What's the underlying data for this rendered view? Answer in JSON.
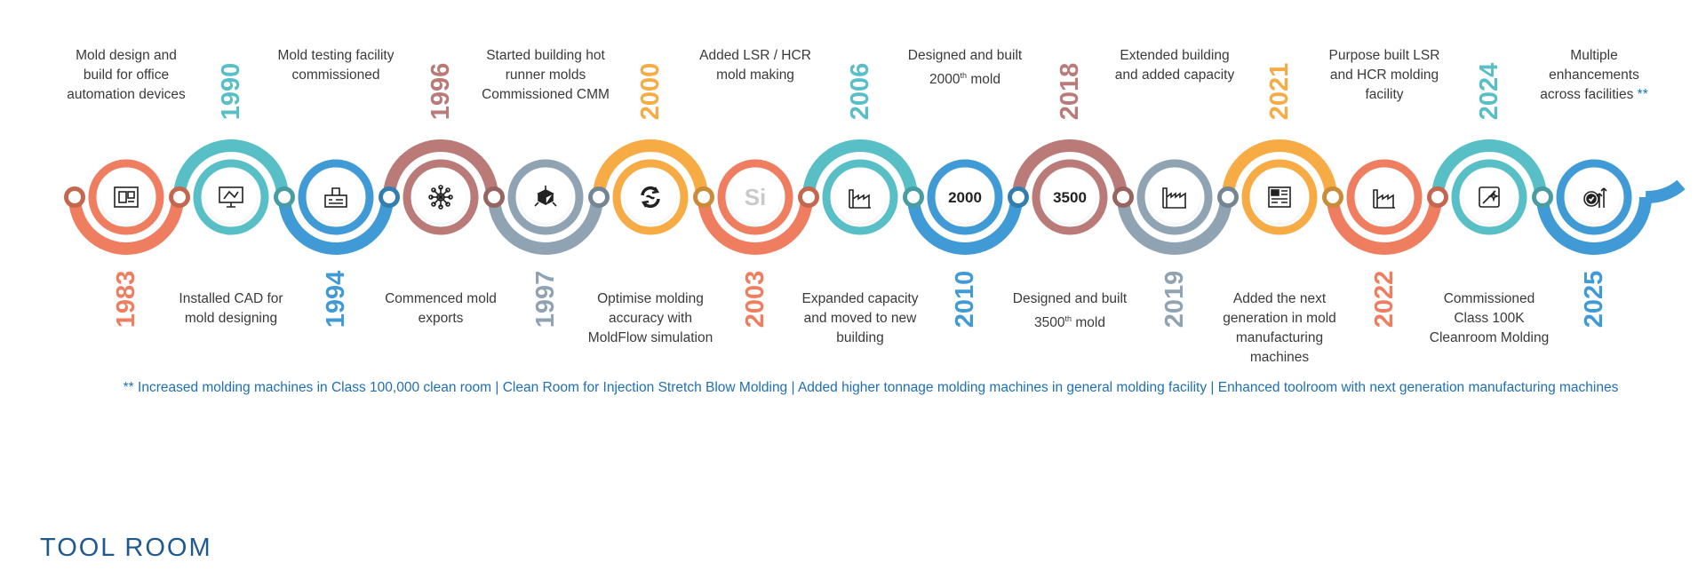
{
  "colors": {
    "orange": "#ef7d5f",
    "teal": "#58bfc7",
    "blue": "#3f9ad6",
    "rose": "#b97a78",
    "grey": "#8fa3b3",
    "gold": "#f6ab45",
    "footnote": "#1f6fb5",
    "brand": "#1e5a8e"
  },
  "milestones": [
    {
      "year": "1983",
      "color": "orange",
      "side": "bottom",
      "icon_name": "office-blueprint-icon",
      "lines": [
        "Mold design and",
        "build for office",
        "automation devices"
      ]
    },
    {
      "year": "1990",
      "color": "teal",
      "side": "top",
      "icon_name": "cad-monitor-icon",
      "lines": [
        "Installed CAD for",
        "mold designing"
      ]
    },
    {
      "year": "1994",
      "color": "blue",
      "side": "bottom",
      "icon_name": "testing-machine-icon",
      "lines": [
        "Mold testing facility",
        "commissioned"
      ]
    },
    {
      "year": "1996",
      "color": "rose",
      "side": "top",
      "icon_name": "export-network-icon",
      "lines": [
        "Commenced mold",
        "exports"
      ]
    },
    {
      "year": "1997",
      "color": "grey",
      "side": "bottom",
      "icon_name": "cmm-cube-icon",
      "lines": [
        "Started building hot",
        "runner molds",
        "Commissioned CMM"
      ]
    },
    {
      "year": "2000",
      "color": "gold",
      "side": "top",
      "icon_name": "simulation-cycle-icon",
      "lines": [
        "Optimise molding",
        "accuracy with",
        "MoldFlow simulation"
      ]
    },
    {
      "year": "2003",
      "color": "orange",
      "side": "bottom",
      "icon_name": "silicone-icon",
      "icon_text": "Si",
      "lines": [
        "Added LSR / HCR",
        "mold making"
      ]
    },
    {
      "year": "2006",
      "color": "teal",
      "side": "top",
      "icon_name": "factory-icon",
      "lines": [
        "Expanded capacity",
        "and moved to new",
        "building"
      ]
    },
    {
      "year": "2010",
      "color": "blue",
      "side": "bottom",
      "icon_name": "mold-2000-icon",
      "icon_text": "2000",
      "lines": [
        "Designed and built",
        "2000^th mold"
      ]
    },
    {
      "year": "2018",
      "color": "rose",
      "side": "top",
      "icon_name": "mold-3500-icon",
      "icon_text": "3500",
      "lines": [
        "Designed and built",
        "3500^th mold"
      ]
    },
    {
      "year": "2019",
      "color": "grey",
      "side": "bottom",
      "icon_name": "large-factory-icon",
      "lines": [
        "Extended building",
        "and added capacity"
      ]
    },
    {
      "year": "2021",
      "color": "gold",
      "side": "top",
      "icon_name": "manufacturing-machine-icon",
      "lines": [
        "Added the next",
        "generation in mold",
        "manufacturing",
        "machines"
      ]
    },
    {
      "year": "2022",
      "color": "orange",
      "side": "bottom",
      "icon_name": "factory-icon",
      "lines": [
        "Purpose built LSR",
        "and HCR molding",
        "facility"
      ]
    },
    {
      "year": "2024",
      "color": "teal",
      "side": "top",
      "icon_name": "cleanroom-icon",
      "lines": [
        "Commissioned",
        "Class 100K",
        "Cleanroom Molding"
      ]
    },
    {
      "year": "2025",
      "color": "blue",
      "side": "bottom",
      "icon_name": "gear-growth-icon",
      "lines": [
        "Multiple",
        "enhancements",
        "across facilities **"
      ]
    }
  ],
  "footnote": "** Increased molding machines in Class 100,000 clean room   |   Clean Room for Injection Stretch Blow Molding   |   Added higher tonnage molding machines in general molding facility   |   Enhanced toolroom  with next generation manufacturing machines",
  "brand": "TOOL ROOM"
}
